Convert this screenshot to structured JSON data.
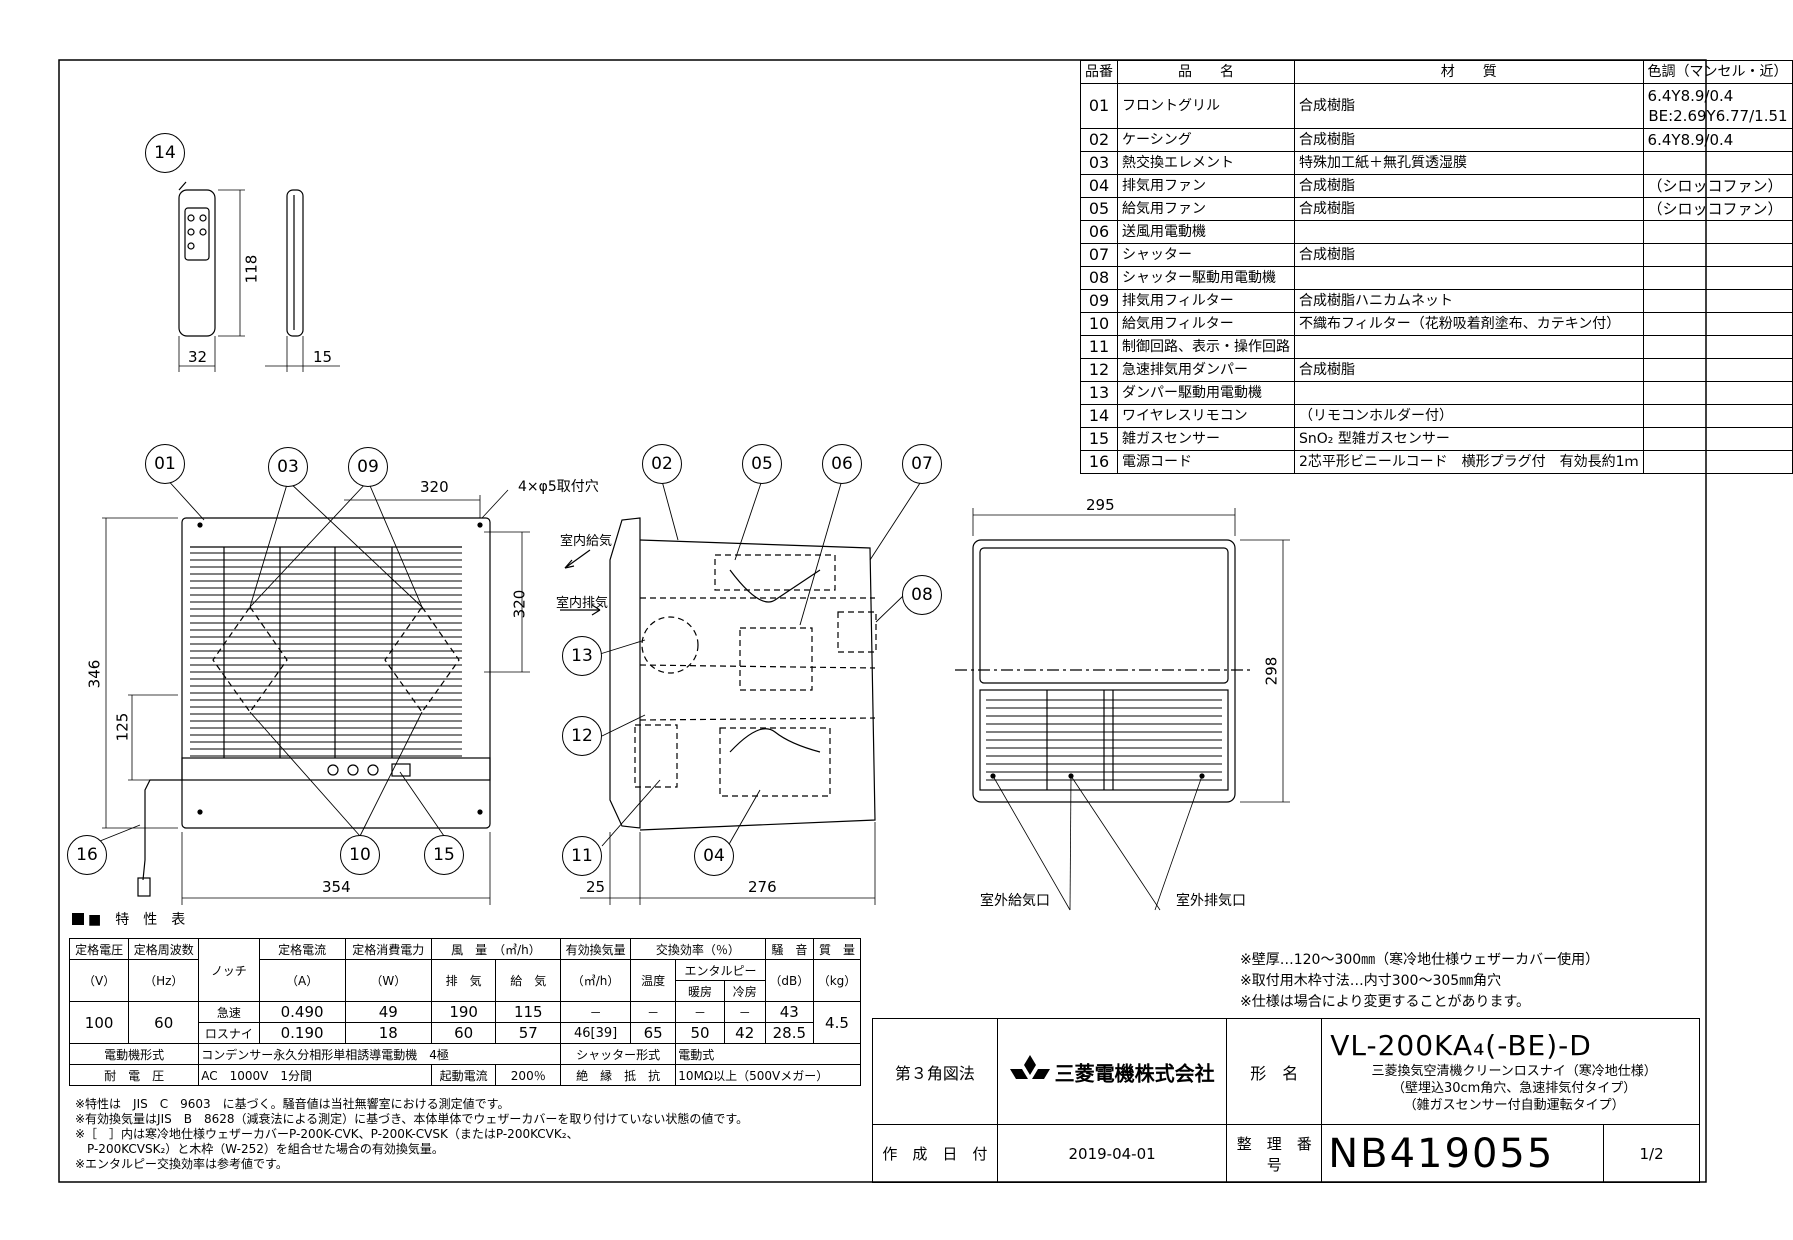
{
  "parts_table": {
    "headers": [
      "品番",
      "品　　名",
      "材　　質",
      "色調（マンセル・近）"
    ],
    "rows": [
      {
        "no": "01",
        "name": "フロントグリル",
        "material": "合成樹脂",
        "color": "6.4Y8.9/0.4",
        "color2": "BE:2.69Y6.77/1.51"
      },
      {
        "no": "02",
        "name": "ケーシング",
        "material": "合成樹脂",
        "color": "6.4Y8.9/0.4"
      },
      {
        "no": "03",
        "name": "熱交換エレメント",
        "material": "特殊加工紙＋無孔質透湿膜",
        "color": ""
      },
      {
        "no": "04",
        "name": "排気用ファン",
        "material": "合成樹脂",
        "color": "（シロッコファン）"
      },
      {
        "no": "05",
        "name": "給気用ファン",
        "material": "合成樹脂",
        "color": "（シロッコファン）"
      },
      {
        "no": "06",
        "name": "送風用電動機",
        "material": "",
        "color": ""
      },
      {
        "no": "07",
        "name": "シャッター",
        "material": "合成樹脂",
        "color": ""
      },
      {
        "no": "08",
        "name": "シャッター駆動用電動機",
        "material": "",
        "color": ""
      },
      {
        "no": "09",
        "name": "排気用フィルター",
        "material": "合成樹脂ハニカムネット",
        "color": ""
      },
      {
        "no": "10",
        "name": "給気用フィルター",
        "material": "不織布フィルター（花粉吸着剤塗布、カテキン付）",
        "color": ""
      },
      {
        "no": "11",
        "name": "制御回路、表示・操作回路",
        "material": "",
        "color": ""
      },
      {
        "no": "12",
        "name": "急速排気用ダンパー",
        "material": "合成樹脂",
        "color": ""
      },
      {
        "no": "13",
        "name": "ダンパー駆動用電動機",
        "material": "",
        "color": ""
      },
      {
        "no": "14",
        "name": "ワイヤレスリモコン",
        "material": "（リモコンホルダー付）",
        "color": ""
      },
      {
        "no": "15",
        "name": "雑ガスセンサー",
        "material": "SnO₂ 型雑ガスセンサー",
        "color": ""
      },
      {
        "no": "16",
        "name": "電源コード",
        "material": "2芯平形ビニールコード　横形プラグ付　有効長約1ｍ",
        "color": ""
      }
    ]
  },
  "drawing": {
    "dims": {
      "remote_h": "118",
      "remote_w": "32",
      "remote_d": "15",
      "front_320_h": "320",
      "front_320_v": "320",
      "front_346": "346",
      "front_125": "125",
      "front_354": "354",
      "holes": "4×φ5取付穴",
      "side_25": "25",
      "side_276": "276",
      "back_295": "295",
      "back_298": "298"
    },
    "callouts": [
      "14",
      "01",
      "03",
      "09",
      "16",
      "10",
      "15",
      "02",
      "05",
      "06",
      "07",
      "08",
      "13",
      "12",
      "11",
      "04"
    ],
    "labels": {
      "supply_in": "室内給気",
      "exhaust_in": "室内排気",
      "outdoor_supply": "室外給気口",
      "outdoor_exhaust": "室外排気口"
    }
  },
  "spec_table": {
    "title": "■　特　性　表",
    "h": {
      "voltage": "定格電圧",
      "voltage_u": "（V）",
      "freq": "定格周波数",
      "freq_u": "（Hz）",
      "notch": "ノッチ",
      "current": "定格電流",
      "current_u": "（A）",
      "power": "定格消費電力",
      "power_u": "（W）",
      "airflow": "風　量　（㎥/h）",
      "exhaust": "排　気",
      "supply": "給　気",
      "effective": "有効換気量",
      "effective_u": "（㎥/h）",
      "efficiency": "交換効率（％）",
      "temp": "温度",
      "enthalpy": "エンタルピー",
      "heating": "暖房",
      "cooling": "冷房",
      "noise": "騒　音",
      "noise_u": "（dB）",
      "mass": "質　量",
      "mass_u": "（kg）"
    },
    "voltage": "100",
    "freq": "60",
    "mass": "4.5",
    "rows": [
      {
        "notch": "急速",
        "current": "0.490",
        "power": "49",
        "exhaust": "190",
        "supply": "115",
        "effective": "－",
        "temp": "－",
        "heating": "－",
        "cooling": "－",
        "noise": "43"
      },
      {
        "notch": "ロスナイ",
        "current": "0.190",
        "power": "18",
        "exhaust": "60",
        "supply": "57",
        "effective": "46[39]",
        "temp": "65",
        "heating": "50",
        "cooling": "42",
        "noise": "28.5"
      }
    ],
    "motor_label": "電動機形式",
    "motor": "コンデンサー永久分相形単相誘導電動機　4極",
    "shutter_label": "シャッター形式",
    "shutter": "電動式",
    "withstand_label": "耐　電　圧",
    "withstand": "AC　1000V　1分間",
    "start_label": "起動電流",
    "start": "200％",
    "insulation_label": "絶　縁　抵　抗",
    "insulation": "10MΩ以上（500Vメガー）"
  },
  "notes_left": [
    "※特性は　JIS　C　9603　に基づく。騒音値は当社無響室における測定値です。",
    "※有効換気量はJIS　B　8628（減衰法による測定）に基づき、本体単体でウェザーカバーを取り付けていない状態の値です。",
    "※［　］内は寒冷地仕様ウェザーカバーP-200K-CVK、P-200K-CVSK（またはP-200KCVK₂、",
    "　P-200KCVSK₂）と木枠（W-252）を組合せた場合の有効換気量。",
    "※エンタルピー交換効率は参考値です。"
  ],
  "notes_right": [
    "※壁厚…120～300㎜（寒冷地仕様ウェザーカバー使用）",
    "※取付用木枠寸法…内寸300～305㎜角穴",
    "※仕様は場合により変更することがあります。"
  ],
  "title_block": {
    "projection": "第３角図法",
    "company": "三菱電機株式会社",
    "model_label": "形　名",
    "model": "VL-200KA₄(-BE)-D",
    "desc1": "三菱換気空清機クリーンロスナイ（寒冷地仕様）",
    "desc2": "（壁埋込30cm角穴、急速排気付タイプ）",
    "desc3": "（雑ガスセンサー付自動運転タイプ）",
    "date_label": "作　成　日　付",
    "date": "2019-04-01",
    "ref_label": "整　理　番　号",
    "ref": "NB419055",
    "page": "1/2"
  }
}
